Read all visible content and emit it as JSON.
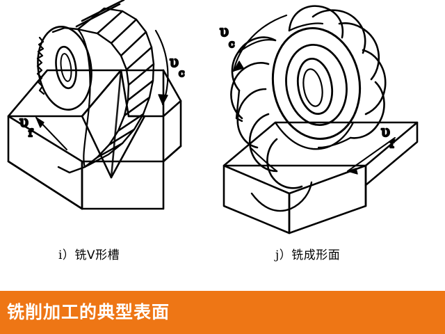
{
  "slide": {
    "background_color": "#ffffff",
    "banner": {
      "title": "铣削加工的典型表面",
      "background_color": "#ee7615",
      "text_color": "#ffffff"
    }
  },
  "figures": [
    {
      "id": "v-groove-milling",
      "caption_index": "i）",
      "caption_text": "铣V形槽",
      "caption_full": "i）铣V形槽",
      "tool": "angle-milling-cutter",
      "workpiece": "v-groove-block",
      "labels": {
        "cutting_speed": "υ",
        "cutting_speed_sub": "c",
        "feed_speed": "υ",
        "feed_speed_sub": "f"
      }
    },
    {
      "id": "form-surface-milling",
      "caption_index": "j）",
      "caption_text": "铣成形面",
      "caption_full": "j）铣成形面",
      "tool": "form-milling-cutter",
      "workpiece": "formed-surface-block",
      "labels": {
        "cutting_speed": "υ",
        "cutting_speed_sub": "c",
        "feed_speed": "υ",
        "feed_speed_sub": "f"
      }
    }
  ],
  "colors": {
    "line": "#000000",
    "accent_orange": "#ee7615",
    "banner_text": "#ffffff"
  }
}
